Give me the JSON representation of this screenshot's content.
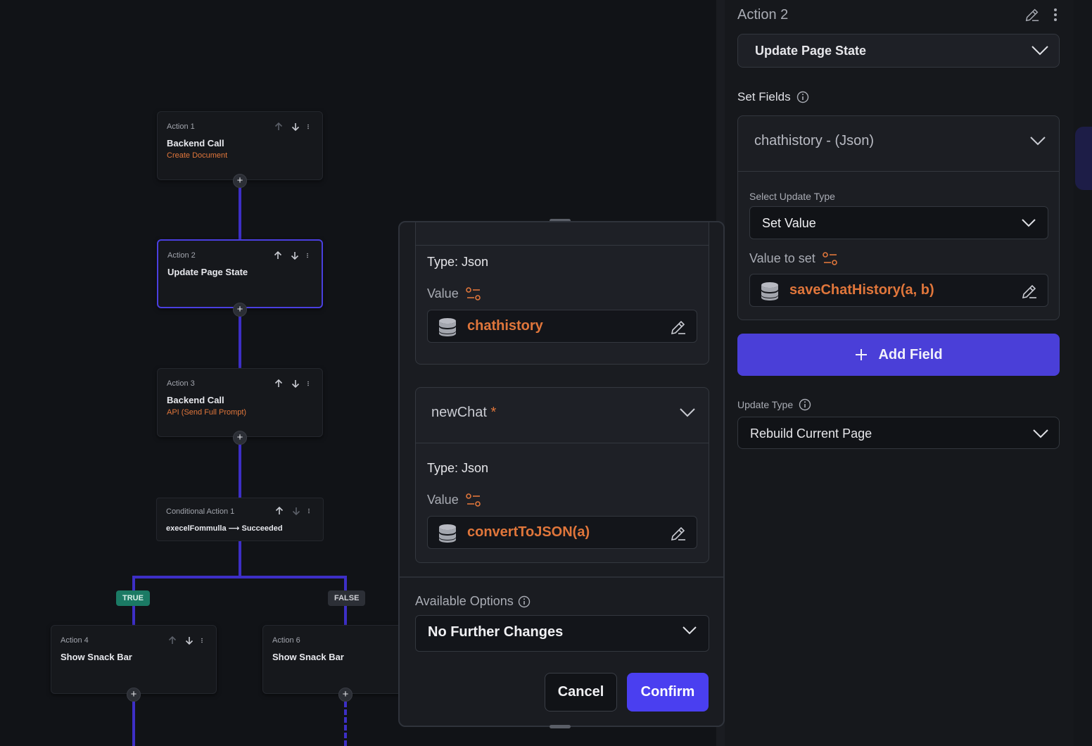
{
  "flow": {
    "action1": {
      "label": "Action 1",
      "title": "Backend Call",
      "subtitle": "Create Document"
    },
    "action2": {
      "label": "Action 2",
      "title": "Update Page State"
    },
    "action3": {
      "label": "Action 3",
      "title": "Backend Call",
      "subtitle": "API (Send Full Prompt)"
    },
    "conditional": {
      "label": "Conditional Action 1",
      "title": "execelFommulla ⟶ Succeeded"
    },
    "true_tag": "TRUE",
    "false_tag": "FALSE",
    "action4": {
      "label": "Action 4",
      "title": "Show Snack Bar"
    },
    "action6": {
      "label": "Action 6",
      "title": "Show Snack Bar"
    }
  },
  "modal": {
    "field1": {
      "type_label": "Type: Json",
      "value_label": "Value",
      "value": "chathistory"
    },
    "field2": {
      "name": "newChat",
      "required_mark": "*",
      "type_label": "Type: Json",
      "value_label": "Value",
      "value": "convertToJSON(a)"
    },
    "available_options_label": "Available Options",
    "available_options_value": "No Further Changes",
    "cancel_label": "Cancel",
    "confirm_label": "Confirm"
  },
  "panel": {
    "title": "Action 2",
    "action_type": "Update Page State",
    "set_fields_label": "Set Fields",
    "field": {
      "name": "chathistory - (Json)",
      "update_type_label": "Select Update Type",
      "update_type_value": "Set Value",
      "value_label": "Value to set",
      "value": "saveChatHistory(a, b)"
    },
    "add_field_label": "Add Field",
    "update_type_label": "Update Type",
    "update_type_value": "Rebuild Current Page"
  },
  "colors": {
    "accent": "#4a3ff0",
    "flow_line": "#3d2fc6",
    "value_orange": "#e0763b",
    "true_tag": "#1b7a64"
  }
}
